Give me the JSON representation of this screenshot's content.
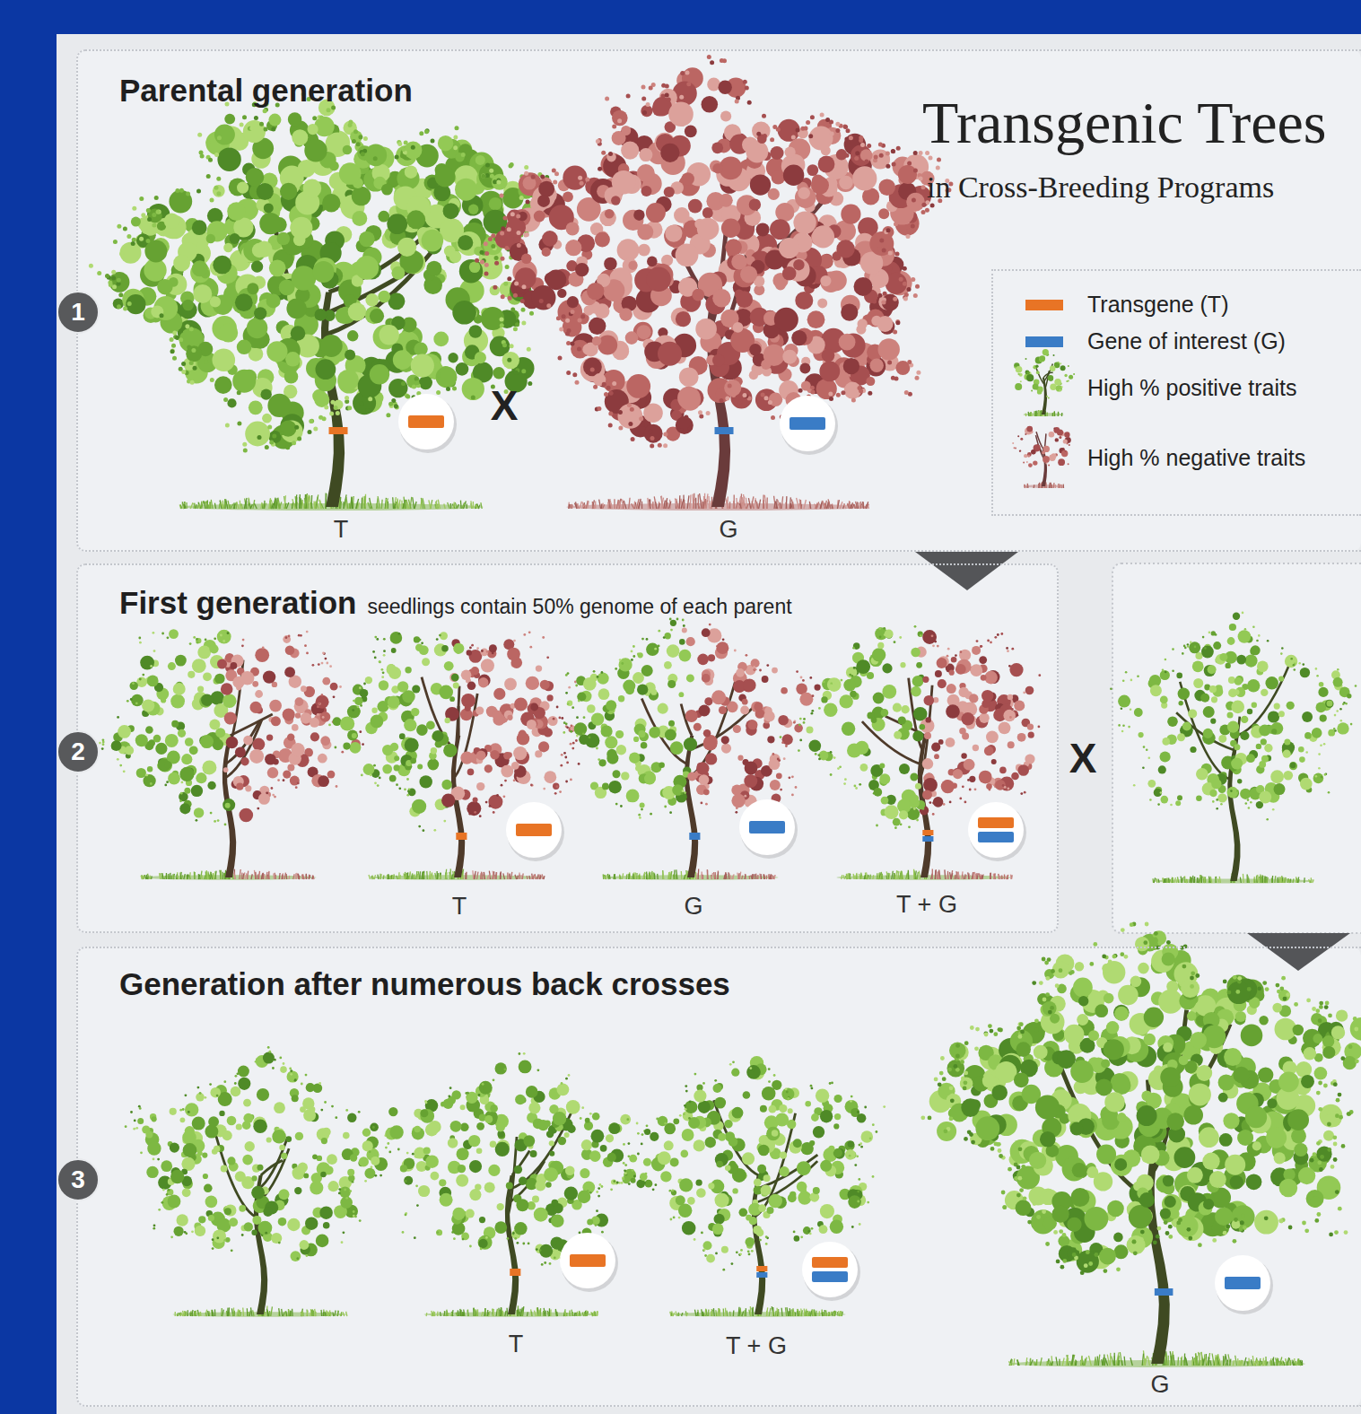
{
  "diagram": {
    "title": "Transgenic Trees",
    "nodes": [
      {
        "text": [
          "Parental generation"
        ]
      },
      {
        "text": [
          "First generation",
          "seedlings contain 50% genome of each parent"
        ]
      },
      {
        "text": [
          "Generation after numerous back crosses"
        ]
      }
    ],
    "labels": [
      "in Cross-Breeding Programs",
      "1",
      "T",
      "X",
      "G",
      "2",
      "T",
      "G",
      "T + G",
      "X",
      "3",
      "T",
      "T + G",
      "G"
    ],
    "legend": [
      {
        "text": "Transgene (T)",
        "color": "#e87425"
      },
      {
        "text": "Gene of interest (G)",
        "color": "#3a7cc6"
      },
      {
        "text": "High % positive traits"
      },
      {
        "text": "High % negative traits"
      }
    ]
  }
}
